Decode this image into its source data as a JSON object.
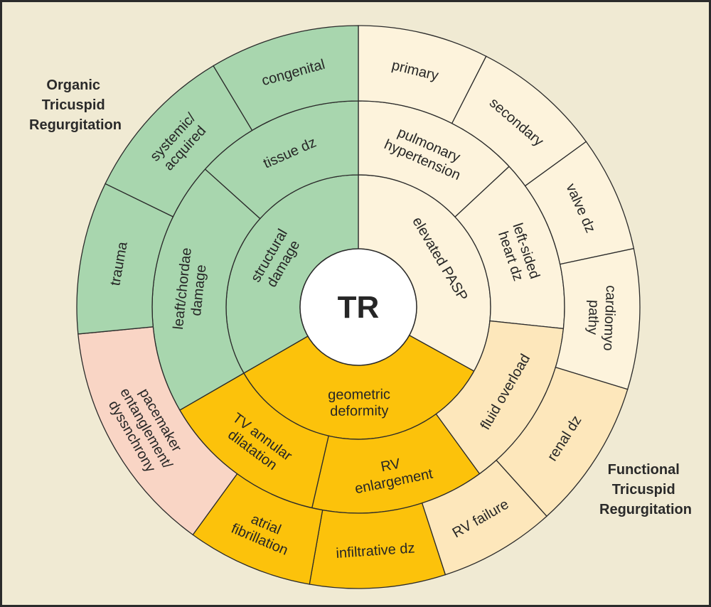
{
  "center": {
    "label": "TR"
  },
  "groups": {
    "organic": [
      "Organic",
      "Tricuspid",
      "Regurgitation"
    ],
    "functional": [
      "Functional",
      "Tricuspid",
      "Regurgitation"
    ]
  },
  "colors": {
    "structural": "#a8d6ae",
    "pressure": "#fdf3dc",
    "volume": "#fde7bb",
    "geometric": "#fcc20b",
    "device": "#f9d5c5",
    "background": "#f0ead3"
  },
  "rings": [
    [
      {
        "lines": [
          "elevated PASP"
        ],
        "color": "pressure"
      },
      {
        "lines": [
          "geometric",
          "deformity"
        ],
        "color": "geometric"
      },
      {
        "lines": [
          "structural",
          "damage"
        ],
        "color": "structural"
      }
    ],
    [
      {
        "lines": [
          "pulmonary",
          "hypertension"
        ],
        "color": "pressure"
      },
      {
        "lines": [
          "left-sided",
          "heart dz"
        ],
        "color": "pressure"
      },
      {
        "lines": [
          "fluid overload"
        ],
        "color": "volume"
      },
      {
        "lines": [
          "RV",
          "enlargement"
        ],
        "color": "geometric"
      },
      {
        "lines": [
          "TV annular",
          "dilatation"
        ],
        "color": "geometric"
      },
      {
        "lines": [
          "leaft/chordae",
          "damage"
        ],
        "color": "structural"
      },
      {
        "lines": [
          "tissue dz"
        ],
        "color": "structural"
      }
    ],
    [
      {
        "lines": [
          "primary"
        ],
        "color": "pressure"
      },
      {
        "lines": [
          "secondary"
        ],
        "color": "pressure"
      },
      {
        "lines": [
          "valve dz"
        ],
        "color": "pressure"
      },
      {
        "lines": [
          "cardiomyo",
          "pathy"
        ],
        "color": "pressure"
      },
      {
        "lines": [
          "renal dz"
        ],
        "color": "volume"
      },
      {
        "lines": [
          "RV failure"
        ],
        "color": "volume"
      },
      {
        "lines": [
          "infiltrative dz"
        ],
        "color": "geometric"
      },
      {
        "lines": [
          "atrial",
          "fibrillation"
        ],
        "color": "geometric"
      },
      {
        "lines": [
          "pacemaker",
          "entanglement/",
          "dyssnchrony"
        ],
        "color": "device"
      },
      {
        "lines": [
          "trauma"
        ],
        "color": "structural"
      },
      {
        "lines": [
          "systemic/",
          "acquired"
        ],
        "color": "structural"
      },
      {
        "lines": [
          "congenital"
        ],
        "color": "structural"
      }
    ]
  ]
}
